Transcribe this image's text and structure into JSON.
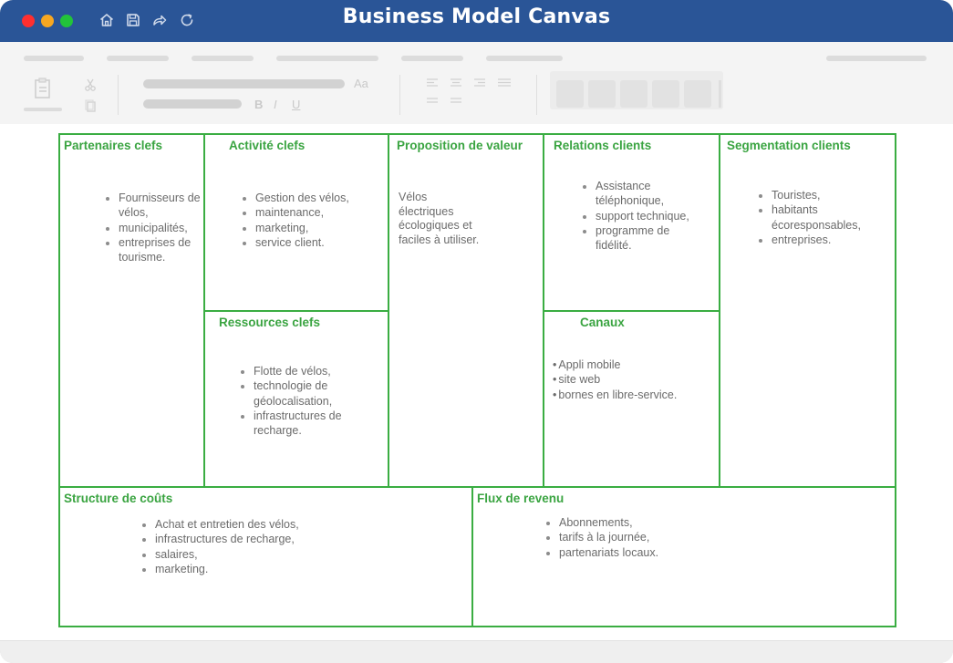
{
  "window": {
    "title": "Business Model Canvas",
    "colors": {
      "titlebar": "#2a5597",
      "close": "#ff2f2f",
      "minimize": "#f7a721",
      "maximize": "#22c33a",
      "border": "#3aad42",
      "heading": "#3aa441",
      "text": "#6b6b6b"
    }
  },
  "toolbar_icons": [
    "home-icon",
    "save-icon",
    "share-icon",
    "refresh-icon"
  ],
  "ribbon": {
    "font_size_glyph": "Aa",
    "bold": "B",
    "italic": "I",
    "underline": "U"
  },
  "canvas": {
    "partners": {
      "title": "Partenaires clefs",
      "items": [
        "Fournisseurs de vélos,",
        "municipalités,",
        "entreprises de tourisme."
      ]
    },
    "activities": {
      "title": "Activité clefs",
      "items": [
        "Gestion des vélos,",
        "maintenance,",
        "marketing,",
        "service client."
      ]
    },
    "resources": {
      "title": "Ressources clefs",
      "items": [
        "Flotte de vélos,",
        "technologie de géolocalisation,",
        "infrastructures de recharge."
      ]
    },
    "value": {
      "title": "Proposition de valeur",
      "text": "Vélos électriques écologiques et faciles à utiliser."
    },
    "relations": {
      "title": "Relations clients",
      "items": [
        "Assistance téléphonique,",
        "support technique,",
        "programme de fidélité."
      ]
    },
    "channels": {
      "title": "Canaux",
      "items": [
        "Appli mobile",
        "site web",
        "bornes en libre-service."
      ]
    },
    "segments": {
      "title": "Segmentation clients",
      "items": [
        "Touristes,",
        "habitants écoresponsables,",
        "entreprises."
      ]
    },
    "costs": {
      "title": "Structure de coûts",
      "items": [
        "Achat et entretien des vélos,",
        "infrastructures de recharge,",
        "salaires,",
        "marketing."
      ]
    },
    "revenue": {
      "title": "Flux de revenu",
      "items": [
        "Abonnements,",
        "tarifs à la journée,",
        "partenariats locaux."
      ]
    }
  }
}
